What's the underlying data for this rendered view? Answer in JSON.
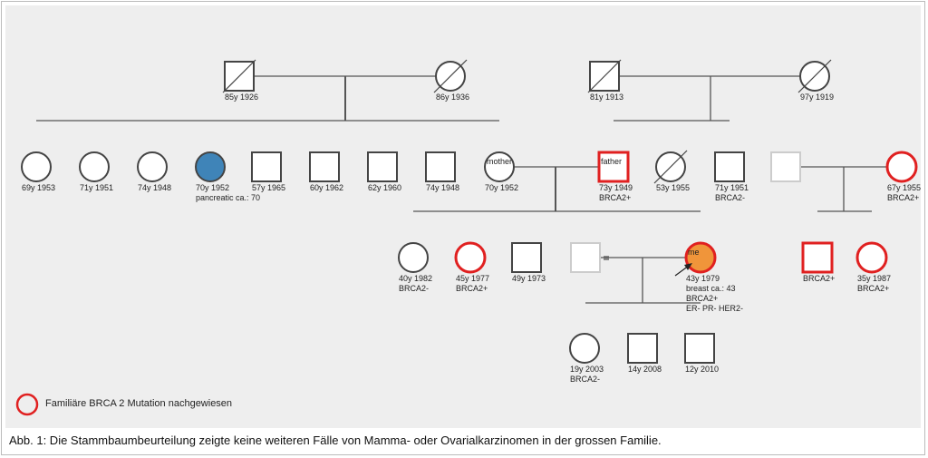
{
  "people": [
    {
      "id": "gf1",
      "shape": "square",
      "deceased": true,
      "labels": [
        "85y 1926"
      ]
    },
    {
      "id": "gm1",
      "shape": "circle",
      "deceased": true,
      "labels": [
        "86y 1936"
      ]
    },
    {
      "id": "gf2",
      "shape": "square",
      "deceased": true,
      "labels": [
        "81y 1913"
      ]
    },
    {
      "id": "gm2",
      "shape": "circle",
      "deceased": true,
      "labels": [
        "97y 1919"
      ]
    },
    {
      "id": "a1",
      "shape": "circle",
      "labels": [
        "69y 1953"
      ]
    },
    {
      "id": "a2",
      "shape": "circle",
      "labels": [
        "71y 1951"
      ]
    },
    {
      "id": "a3",
      "shape": "circle",
      "labels": [
        "74y 1948"
      ]
    },
    {
      "id": "a4",
      "shape": "circle",
      "fill": "#3f84b8",
      "labels": [
        "70y 1952",
        "pancreatic ca.: 70"
      ]
    },
    {
      "id": "u1",
      "shape": "square",
      "labels": [
        "57y 1965"
      ]
    },
    {
      "id": "u2",
      "shape": "square",
      "labels": [
        "60y 1962"
      ]
    },
    {
      "id": "u3",
      "shape": "square",
      "labels": [
        "62y 1960"
      ]
    },
    {
      "id": "u4",
      "shape": "square",
      "labels": [
        "74y 1948"
      ]
    },
    {
      "id": "mother",
      "shape": "circle",
      "inner": "mother",
      "labels": [
        "70y 1952"
      ]
    },
    {
      "id": "father",
      "shape": "square",
      "brca": true,
      "inner": "father",
      "labels": [
        "73y 1949",
        "BRCA2+"
      ]
    },
    {
      "id": "pa1",
      "shape": "circle",
      "deceased": true,
      "labels": [
        "53y 1955"
      ]
    },
    {
      "id": "pu1",
      "shape": "square",
      "labels": [
        "71y 1951",
        "BRCA2-"
      ]
    },
    {
      "id": "pu2sp",
      "shape": "square",
      "faint": true,
      "labels": []
    },
    {
      "id": "pa2",
      "shape": "circle",
      "brca": true,
      "labels": [
        "67y 1955",
        "BRCA2+"
      ]
    },
    {
      "id": "s1",
      "shape": "circle",
      "labels": [
        "40y 1982",
        "BRCA2-"
      ]
    },
    {
      "id": "s2",
      "shape": "circle",
      "brca": true,
      "labels": [
        "45y 1977",
        "BRCA2+"
      ]
    },
    {
      "id": "b1",
      "shape": "square",
      "labels": [
        "49y 1973"
      ]
    },
    {
      "id": "spouse",
      "shape": "square",
      "faint": true,
      "labels": []
    },
    {
      "id": "me",
      "shape": "circle",
      "brca": true,
      "fill": "#f0953a",
      "inner": "me",
      "labels": [
        "43y 1979",
        "breast ca.: 43",
        "BRCA2+",
        "ER- PR- HER2-"
      ]
    },
    {
      "id": "c1",
      "shape": "square",
      "brca": true,
      "labels": [
        "BRCA2+"
      ]
    },
    {
      "id": "c2",
      "shape": "circle",
      "brca": true,
      "labels": [
        "35y 1987",
        "BRCA2+"
      ]
    },
    {
      "id": "k1",
      "shape": "circle",
      "labels": [
        "19y 2003",
        "BRCA2-"
      ]
    },
    {
      "id": "k2",
      "shape": "square",
      "labels": [
        "14y 2008"
      ]
    },
    {
      "id": "k3",
      "shape": "square",
      "labels": [
        "12y 2010"
      ]
    }
  ],
  "legend": {
    "text": "Familiäre BRCA 2 Mutation nachgewiesen",
    "color": "#e02020"
  },
  "caption": "Abb. 1: Die Stammbaumbeurteilung zeigte keine weiteren Fälle von Mamma- oder Ovarialkarzinomen in der grossen Familie."
}
